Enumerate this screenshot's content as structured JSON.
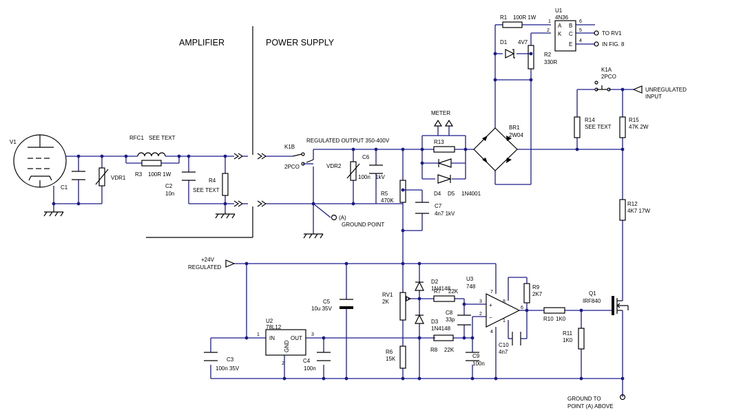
{
  "sections": {
    "amplifier": "AMPLIFIER",
    "power_supply": "POWER SUPPLY"
  },
  "labels": {
    "V1": "V1",
    "C1": "C1",
    "VDR1": "VDR1",
    "RFC1": "RFC1",
    "see_text_rfc": "SEE TEXT",
    "R3": "R3",
    "R3_val": "100R 1W",
    "C2": "C2",
    "C2_val": "10n",
    "R4": "R4",
    "see_text_r4": "SEE TEXT",
    "K1B": "K1B",
    "K1B_val": "2PCO",
    "reg_out": "REGULATED OUTPUT 350-400V",
    "VDR2": "VDR2",
    "C6": "C6",
    "C6_val1": "100n",
    "C6_val2": "1kV",
    "R5": "R5",
    "R5_val": "470K",
    "ground_pt_a": "(A)",
    "ground_pt": "GROUND POINT",
    "C7": "C7",
    "C7_val": "4n7  1kV",
    "meter": "METER",
    "R13": "R13",
    "D4": "D4",
    "D5": "D5",
    "D45_val": "1N4001",
    "BR1": "BR1",
    "BR1_val": "2W04",
    "R1": "R1",
    "R1_val": "100R 1W",
    "D1": "D1",
    "D1_val": "4V7",
    "R2": "R2",
    "R2_val": "330R",
    "U1": "U1",
    "U1_val": "4N36",
    "to_rv1": "TO RV1",
    "in_fig8": "IN FIG. 8",
    "pA": "A",
    "pK": "K",
    "pC": "C",
    "pE": "E",
    "n1": "1",
    "n2": "2",
    "n4": "4",
    "n5": "5",
    "n6": "6",
    "K1A": "K1A",
    "K1A_val": "2PCO",
    "unreg1": "UNREGULATED",
    "unreg2": "INPUT",
    "R14": "R14",
    "see_text_r14": "SEE TEXT",
    "R15": "R15",
    "R15_val": "47K 2W",
    "R12": "R12",
    "R12_val": "4K7 17W",
    "plus24": "+24V",
    "regulated": "REGULATED",
    "C5": "C5",
    "C5_val": "10u 35V",
    "RV1": "RV1",
    "RV1_val": "2K",
    "D2": "D2",
    "D2_val": "1N4148",
    "D3": "D3",
    "D3_val": "1N4148",
    "R7": "R7",
    "R7_val": "22K",
    "C8": "C8",
    "C8_val": "33p",
    "R8": "R8",
    "R8_val": "22K",
    "C9": "C9",
    "C9_val": "100n",
    "R6": "R6",
    "R6_val": "15K",
    "U3": "U3",
    "U3_val": "748",
    "R9": "R9",
    "R9_val": "2K7",
    "C10": "C10",
    "C10_val": "4n7",
    "R10": "R10",
    "R10_val": "1K0",
    "R11": "R11",
    "R11_val": "1K0",
    "Q1": "Q1",
    "Q1_val": "IRF840",
    "U2": "U2",
    "U2_val": "78L12",
    "u2_in": "IN",
    "u2_out": "OUT",
    "u2_gnd": "GND",
    "u2_p1": "1",
    "u2_p2": "2",
    "u2_p3": "3",
    "C3": "C3",
    "C3_val": "100n 35V",
    "C4": "C4",
    "C4_val": "100n",
    "op_p3": "3",
    "op_p2": "2",
    "op_p6": "6",
    "op_p7": "7",
    "op_p4": "4",
    "op_p8": "8",
    "op_p1": "1",
    "plus": "+",
    "minus": "−",
    "gnd_to": "GROUND TO",
    "point_a": "POINT (A) ABOVE"
  },
  "colors": {
    "wire": "#1a1a8c",
    "component": "#000000"
  }
}
